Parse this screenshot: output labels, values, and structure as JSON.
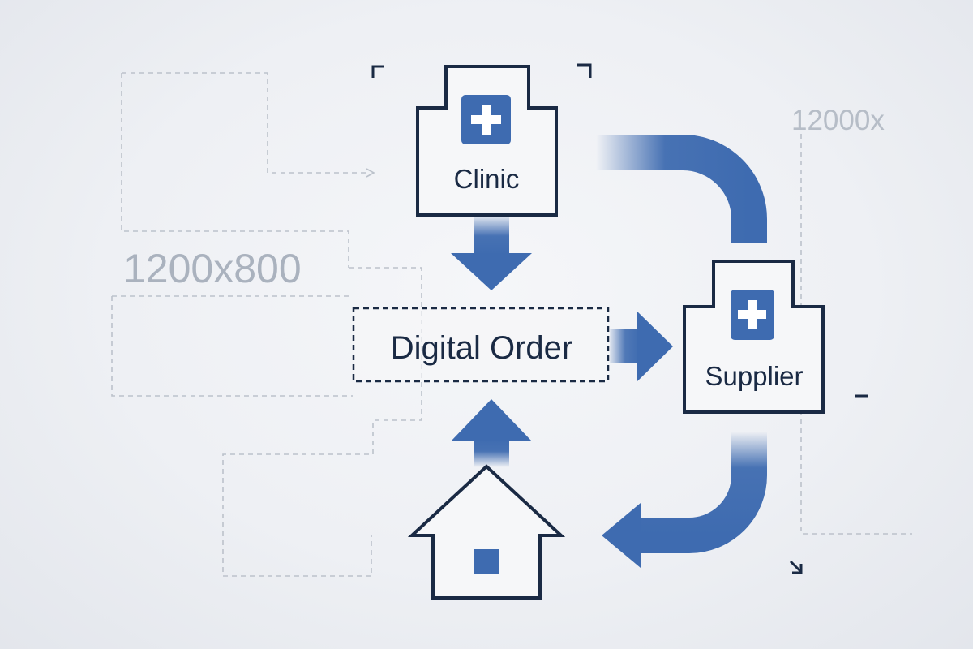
{
  "diagram": {
    "nodes": {
      "clinic": {
        "label": "Clinic"
      },
      "order": {
        "label": "Digital Order"
      },
      "supplier": {
        "label": "Supplier"
      },
      "home": {
        "label": ""
      }
    },
    "watermarks": {
      "primary": "1200x800",
      "secondary": "12000x"
    },
    "edges": [
      {
        "from": "clinic",
        "to": "order"
      },
      {
        "from": "home",
        "to": "order"
      },
      {
        "from": "order",
        "to": "supplier"
      },
      {
        "from": "clinic",
        "to": "supplier"
      },
      {
        "from": "supplier",
        "to": "home"
      }
    ]
  },
  "colors": {
    "accent": "#3e6bb0",
    "outline": "#1a2a44",
    "guide": "#b9bfc8",
    "watermark": "#aab2be"
  }
}
